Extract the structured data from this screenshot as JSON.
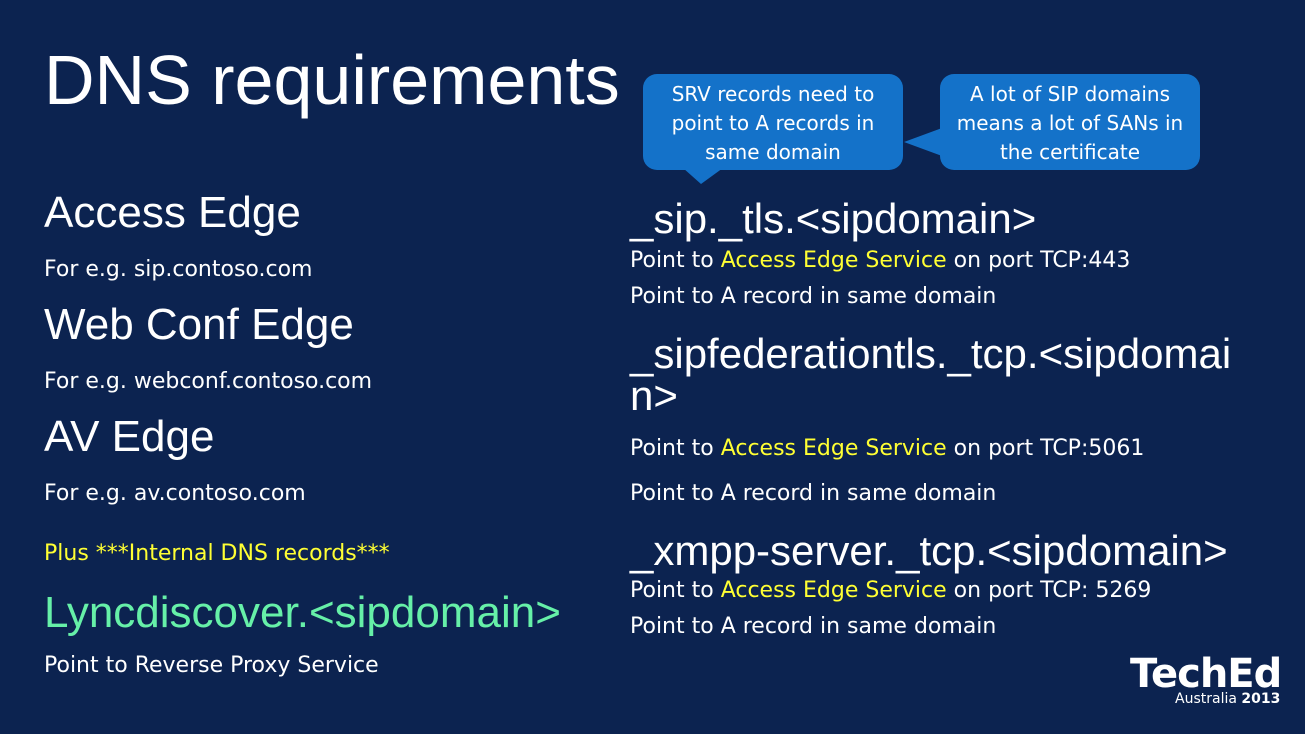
{
  "slide": {
    "title": "DNS requirements"
  },
  "callouts": [
    {
      "lines": [
        "SRV records need to",
        "point to A records in",
        "same domain"
      ]
    },
    {
      "lines": [
        "A lot of SIP domains",
        "means a lot of SANs in",
        "the certificate"
      ]
    }
  ],
  "left": {
    "items": [
      {
        "heading": "Access Edge",
        "example": "For e.g. sip.contoso.com"
      },
      {
        "heading": "Web Conf Edge",
        "example": "For e.g. webconf.contoso.com"
      },
      {
        "heading": "AV Edge",
        "example": "For e.g. av.contoso.com"
      }
    ],
    "plus_internal": "Plus ***Internal DNS records***",
    "lyncdiscover": "Lyncdiscover.<sipdomain>",
    "reverse_proxy": "Point to Reverse Proxy Service"
  },
  "right": {
    "records": [
      {
        "name": "_sip._tls.<sipdomain>",
        "point_prefix": "Point to ",
        "service": "Access Edge Service",
        "port": " on port TCP:443",
        "a_record": "Point to A record in same domain"
      },
      {
        "name_line1": "_sipfederationtls._tcp.<sipdomai",
        "name_line2": "n>",
        "point_prefix": "Point to ",
        "service": "Access Edge Service",
        "port": " on port TCP:5061",
        "a_record": "Point to A record in same domain"
      },
      {
        "name": "_xmpp-server._tcp.<sipdomain>",
        "point_prefix": "Point to ",
        "service": "Access Edge Service",
        "port": " on port TCP: 5269",
        "a_record": "Point to A record in same domain"
      }
    ]
  },
  "logo": {
    "brand": "TechEd",
    "region": "Australia",
    "year": "2013"
  },
  "colors": {
    "background": "#0c2350",
    "highlight": "#ffff33",
    "lync": "#66f0a8",
    "callout": "#1472c9"
  }
}
